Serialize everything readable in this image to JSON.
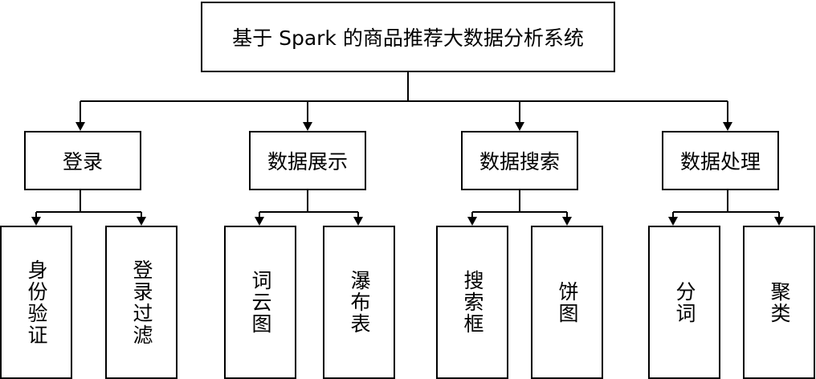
{
  "root": {
    "label": "基于 Spark 的商品推荐大数据分析系统"
  },
  "modules": [
    {
      "label": "登录",
      "children": [
        "身份验证",
        "登录过滤"
      ]
    },
    {
      "label": "数据展示",
      "children": [
        "词云图",
        "瀑布表"
      ]
    },
    {
      "label": "数据搜索",
      "children": [
        "搜索框",
        "饼图"
      ]
    },
    {
      "label": "数据处理",
      "children": [
        "分词",
        "聚类"
      ]
    }
  ]
}
